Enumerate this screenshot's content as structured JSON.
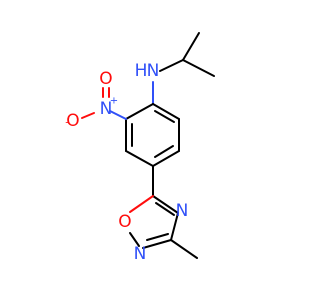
{
  "molecule": {
    "colors": {
      "carbon_bond": "#000000",
      "nitrogen": "#3050F8",
      "oxygen": "#FF0D0D"
    },
    "atoms": {
      "amine_n": "N",
      "amine_h": "H",
      "nitro_n": "N",
      "nitro_n_charge": "+",
      "nitro_o_left": "O",
      "nitro_o_left_charge": "-",
      "nitro_o_top": "O",
      "ring_o": "O",
      "ring_n_upper": "N",
      "ring_n_lower": "N"
    }
  }
}
